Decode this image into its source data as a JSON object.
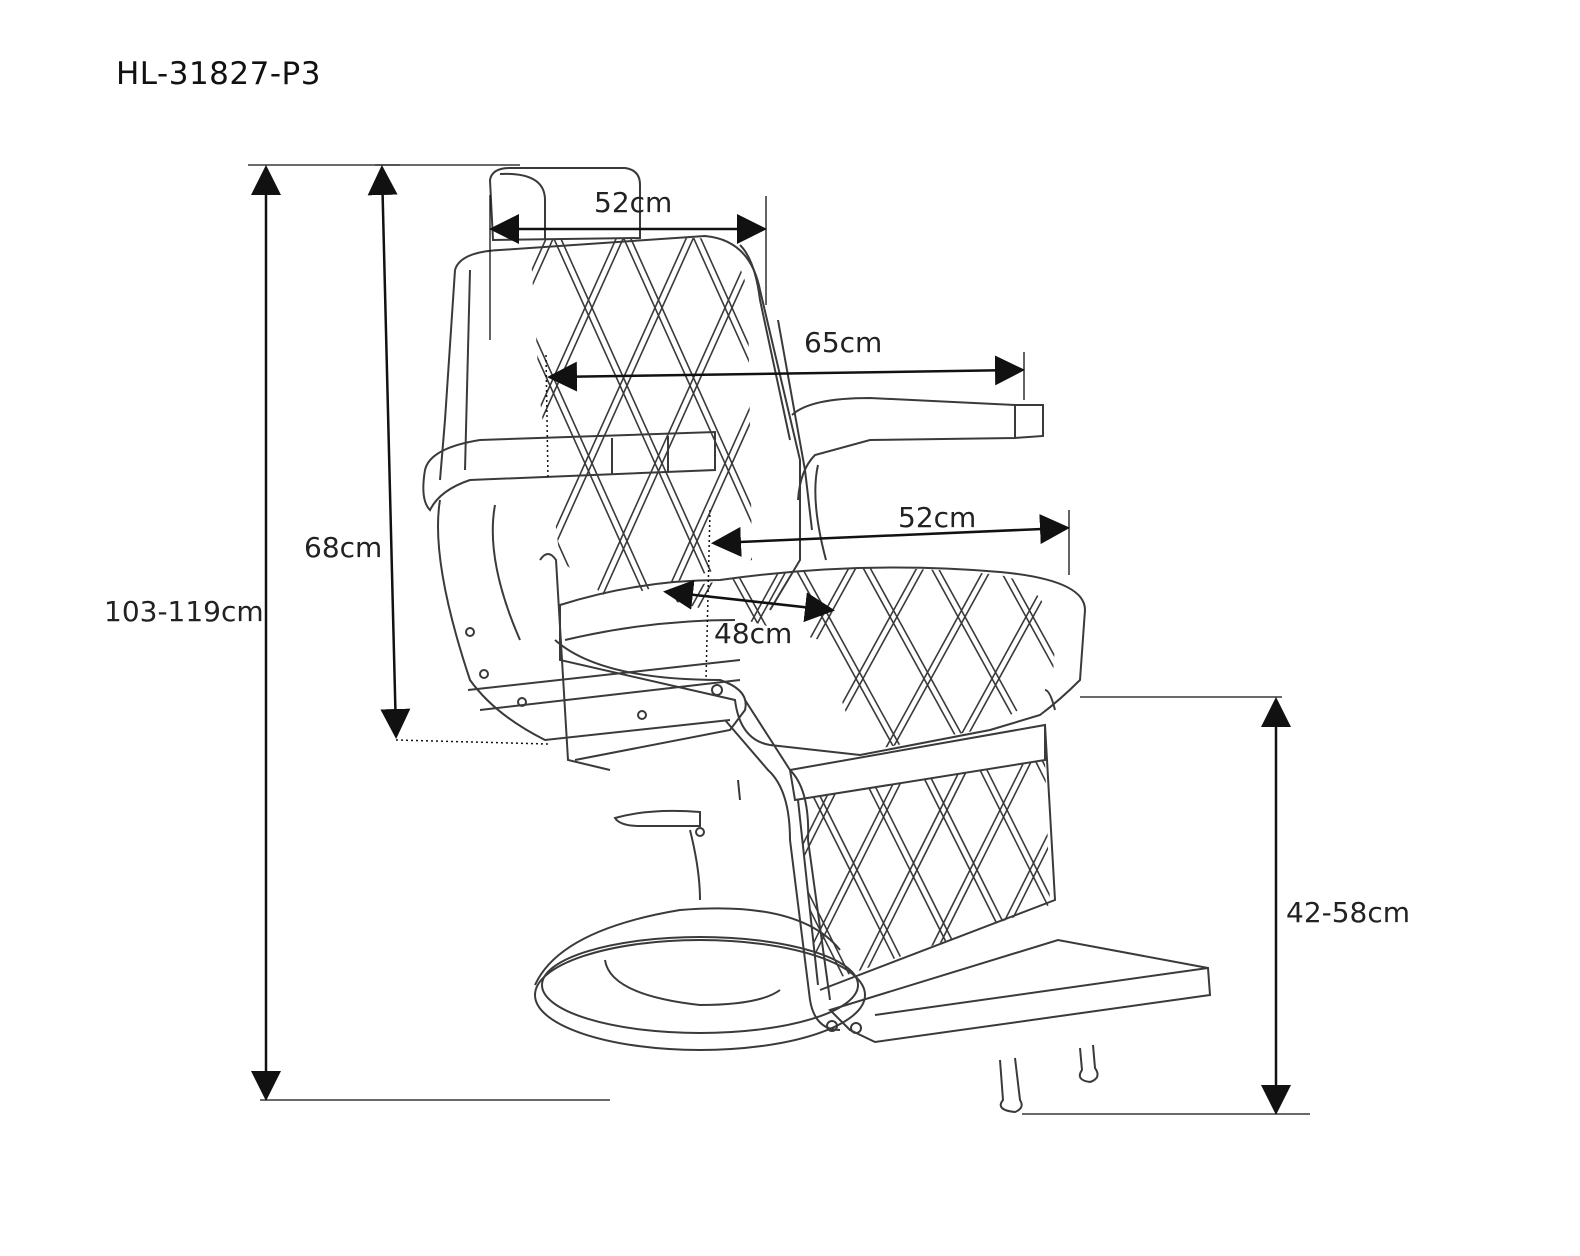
{
  "model_code": "HL-31827-P3",
  "dimensions": {
    "overall_height": "103-119cm",
    "backrest_height": "68cm",
    "backrest_width": "52cm",
    "armrest_width": "65cm",
    "seat_width": "52cm",
    "seat_depth": "48cm",
    "seat_height": "42-58cm"
  },
  "colors": {
    "line": "#3a3a3a",
    "arrow": "#111111",
    "background": "#ffffff"
  }
}
